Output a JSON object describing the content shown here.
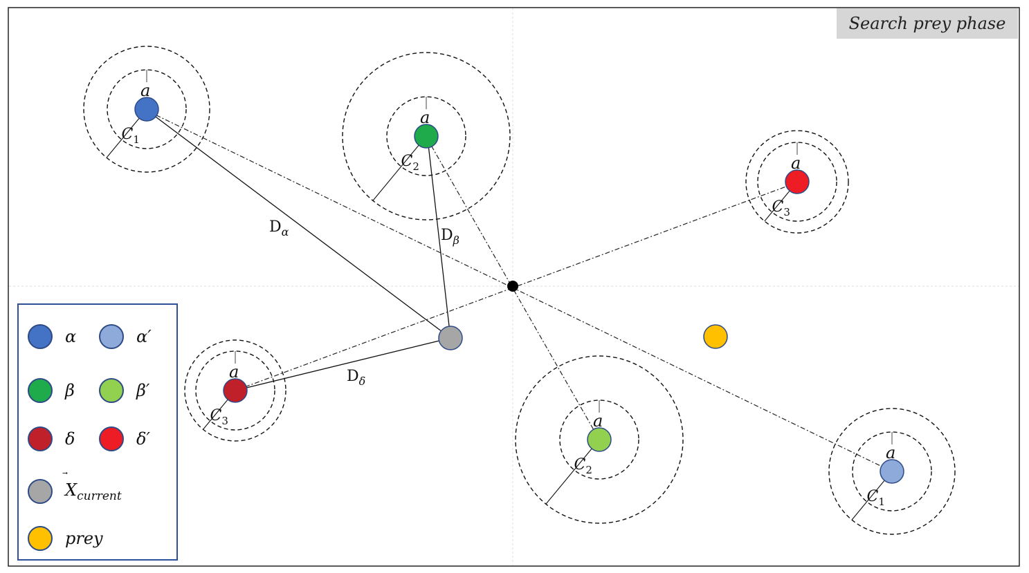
{
  "phase_label": "Search prey phase",
  "colors": {
    "alpha": "#4472c4",
    "alpha_prime": "#8eaadb",
    "beta": "#1faa4b",
    "beta_prime": "#92d050",
    "delta": "#c0202a",
    "delta_prime": "#ee1c24",
    "current": "#a6a6a6",
    "prey": "#ffc000",
    "center": "#000000",
    "legend_border": "#2e4f9a"
  },
  "legend": {
    "alpha": "α",
    "alpha_prime": "α′",
    "beta": "β",
    "beta_prime": "β′",
    "delta": "δ",
    "delta_prime": "δ′",
    "current_base": "X",
    "current_sub": "current",
    "prey": "prey"
  },
  "wolves": [
    {
      "id": "alpha",
      "a_label": "a",
      "c_main": "C",
      "c_sub": "1"
    },
    {
      "id": "beta",
      "a_label": "a",
      "c_main": "C",
      "c_sub": "2"
    },
    {
      "id": "delta",
      "a_label": "a",
      "c_main": "C",
      "c_sub": "3"
    },
    {
      "id": "delta-prime",
      "a_label": "a",
      "c_main": "C",
      "c_sub": "3"
    },
    {
      "id": "beta-prime",
      "a_label": "a",
      "c_main": "C",
      "c_sub": "2"
    },
    {
      "id": "alpha-prime",
      "a_label": "a",
      "c_main": "C",
      "c_sub": "1"
    }
  ],
  "distances": {
    "d_alpha_main": "D",
    "d_alpha_sub": "α",
    "d_beta_main": "D",
    "d_beta_sub": "β",
    "d_delta_main": "D",
    "d_delta_sub": "δ"
  }
}
